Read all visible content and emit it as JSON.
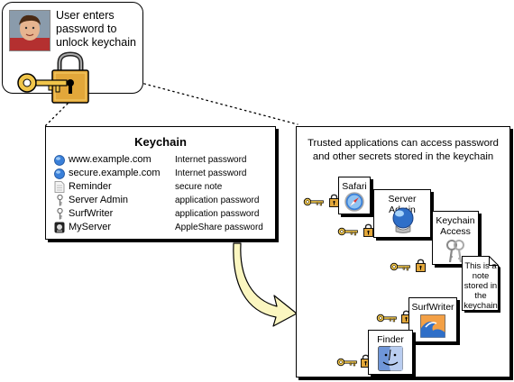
{
  "user_box": {
    "caption": "User enters password to unlock keychain"
  },
  "keychain": {
    "title": "Keychain",
    "items": [
      {
        "name": "www.example.com",
        "type": "Internet password",
        "icon": "globe-icon"
      },
      {
        "name": "secure.example.com",
        "type": "Internet password",
        "icon": "globe-icon"
      },
      {
        "name": "Reminder",
        "type": "secure note",
        "icon": "note-icon"
      },
      {
        "name": "Server Admin",
        "type": "application password",
        "icon": "key-icon"
      },
      {
        "name": "SurfWriter",
        "type": "application password",
        "icon": "key-icon"
      },
      {
        "name": "MyServer",
        "type": "AppleShare password",
        "icon": "server-icon"
      }
    ]
  },
  "trusted": {
    "heading": "Trusted applications can access password and other secrets stored in the keychain",
    "apps": [
      {
        "label": "Safari",
        "icon": "compass-icon"
      },
      {
        "label": "Server Admin",
        "icon": "globe-icon"
      },
      {
        "label": "Keychain Access",
        "icon": "keys-icon"
      },
      {
        "label": "SurfWriter",
        "icon": "wave-icon"
      },
      {
        "label": "Finder",
        "icon": "finder-icon"
      }
    ],
    "note": "This is a note stored in the keychain"
  },
  "colors": {
    "lock_gold": "#e2a73a",
    "lock_dark": "#8c5a10",
    "key_gold": "#f0c54a",
    "arrow_fill": "#fbf6c0",
    "globe_blue": "#3a80d9"
  }
}
